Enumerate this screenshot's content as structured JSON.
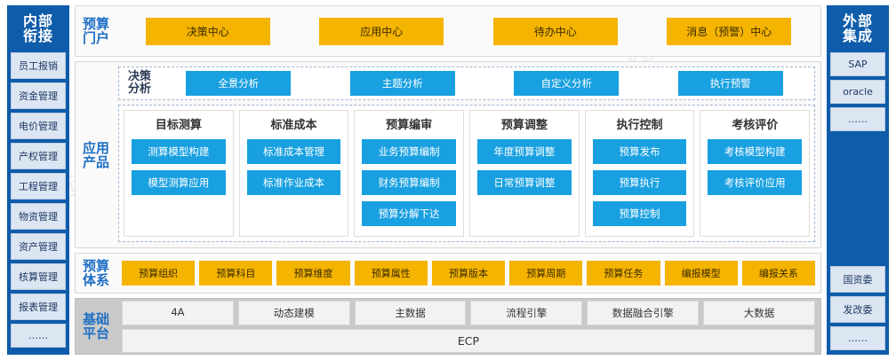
{
  "left_rail": {
    "title": "内部\n衔接",
    "title_line1": "内部",
    "title_line2": "衔接",
    "items": [
      {
        "label": "员工报销"
      },
      {
        "label": "资金管理"
      },
      {
        "label": "电价管理"
      },
      {
        "label": "产权管理"
      },
      {
        "label": "工程管理"
      },
      {
        "label": "物资管理"
      },
      {
        "label": "资产管理"
      },
      {
        "label": "核算管理"
      },
      {
        "label": "报表管理"
      },
      {
        "label": "……"
      }
    ]
  },
  "right_rail": {
    "title_line1": "外部",
    "title_line2": "集成",
    "top_items": [
      {
        "label": "SAP"
      },
      {
        "label": "oracle"
      },
      {
        "label": "……"
      }
    ],
    "bottom_items": [
      {
        "label": "国资委"
      },
      {
        "label": "发改委"
      },
      {
        "label": "……"
      }
    ]
  },
  "portal": {
    "label_line1": "预算",
    "label_line2": "门户",
    "items": [
      {
        "label": "决策中心"
      },
      {
        "label": "应用中心"
      },
      {
        "label": "待办中心"
      },
      {
        "label": "消息（预警）中心"
      }
    ]
  },
  "apps": {
    "label_line1": "应用",
    "label_line2": "产品",
    "analysis": {
      "label_line1": "决策",
      "label_line2": "分析",
      "items": [
        {
          "label": "全景分析"
        },
        {
          "label": "主题分析"
        },
        {
          "label": "自定义分析"
        },
        {
          "label": "执行预警"
        }
      ]
    },
    "columns": [
      {
        "title": "目标测算",
        "items": [
          {
            "label": "测算模型构建"
          },
          {
            "label": "模型测算应用"
          }
        ]
      },
      {
        "title": "标准成本",
        "items": [
          {
            "label": "标准成本管理"
          },
          {
            "label": "标准作业成本"
          }
        ]
      },
      {
        "title": "预算编审",
        "items": [
          {
            "label": "业务预算编制"
          },
          {
            "label": "财务预算编制"
          },
          {
            "label": "预算分解下达"
          }
        ]
      },
      {
        "title": "预算调整",
        "items": [
          {
            "label": "年度预算调整"
          },
          {
            "label": "日常预算调整"
          }
        ]
      },
      {
        "title": "执行控制",
        "items": [
          {
            "label": "预算发布"
          },
          {
            "label": "预算执行"
          },
          {
            "label": "预算控制"
          }
        ]
      },
      {
        "title": "考核评价",
        "items": [
          {
            "label": "考核模型构建"
          },
          {
            "label": "考核评价应用"
          }
        ]
      }
    ]
  },
  "system": {
    "label_line1": "预算",
    "label_line2": "体系",
    "items": [
      {
        "label": "预算组织"
      },
      {
        "label": "预算科目"
      },
      {
        "label": "预算维度"
      },
      {
        "label": "预算属性"
      },
      {
        "label": "预算版本"
      },
      {
        "label": "预算周期"
      },
      {
        "label": "预算任务"
      },
      {
        "label": "编报模型"
      },
      {
        "label": "编报关系"
      }
    ]
  },
  "platform": {
    "label_line1": "基础",
    "label_line2": "平台",
    "row1": [
      {
        "label": "4A"
      },
      {
        "label": "动态建模"
      },
      {
        "label": "主数据"
      },
      {
        "label": "流程引擎"
      },
      {
        "label": "数据融合引擎"
      },
      {
        "label": "大数据"
      }
    ],
    "row2": {
      "label": "ECP"
    }
  },
  "colors": {
    "rail_blue": "#0F5CAA",
    "accent_yellow": "#F5B400",
    "accent_blue": "#18A0E0",
    "label_blue": "#1F6FC4",
    "platform_gray": "#C9C9C9"
  },
  "watermarks": [
    "远光软件",
    "远光软件",
    "远光软件",
    "远光软件"
  ]
}
